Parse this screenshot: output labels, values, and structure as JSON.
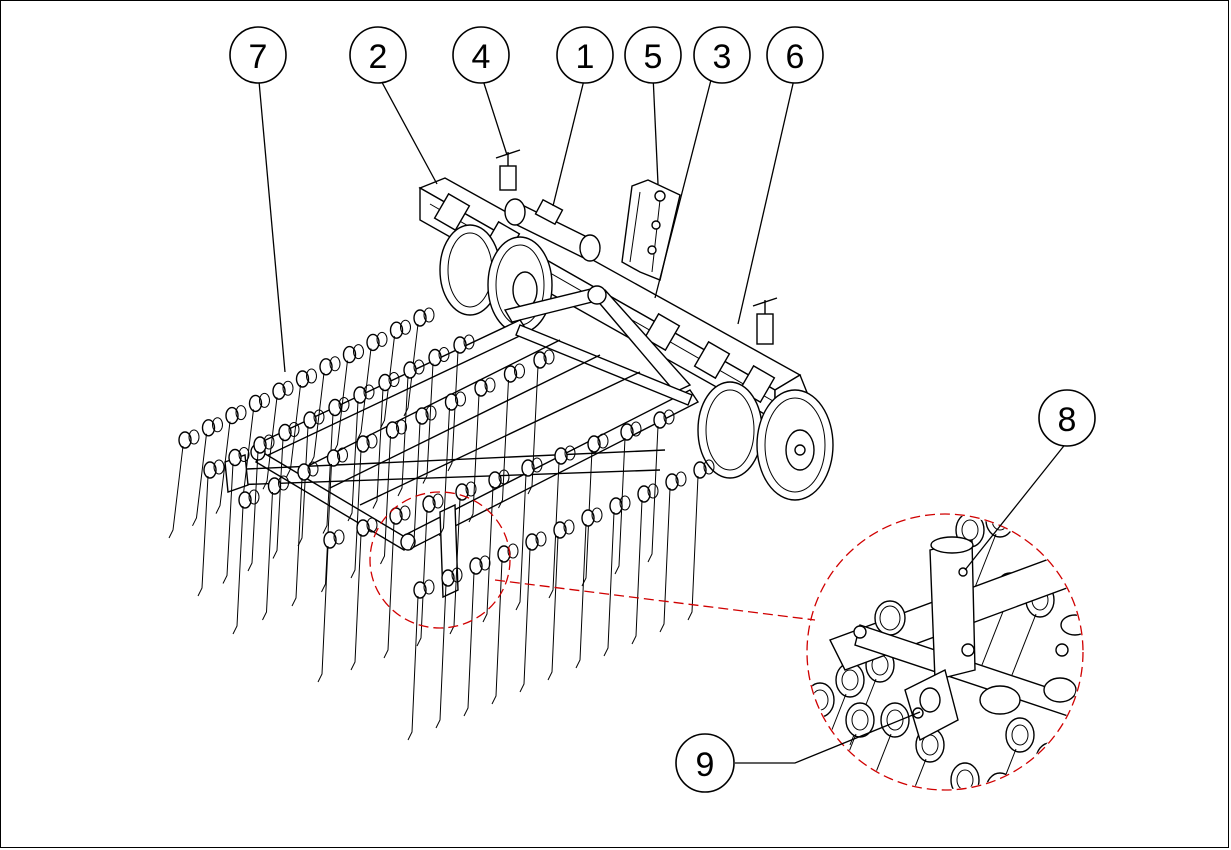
{
  "callouts": [
    {
      "id": "7",
      "label": "7"
    },
    {
      "id": "2",
      "label": "2"
    },
    {
      "id": "4",
      "label": "4"
    },
    {
      "id": "1",
      "label": "1"
    },
    {
      "id": "5",
      "label": "5"
    },
    {
      "id": "3",
      "label": "3"
    },
    {
      "id": "6",
      "label": "6"
    },
    {
      "id": "8",
      "label": "8"
    },
    {
      "id": "9",
      "label": "9"
    }
  ],
  "colors": {
    "ink": "#000000",
    "detail_circle": "#d00000",
    "background": "#ffffff"
  }
}
